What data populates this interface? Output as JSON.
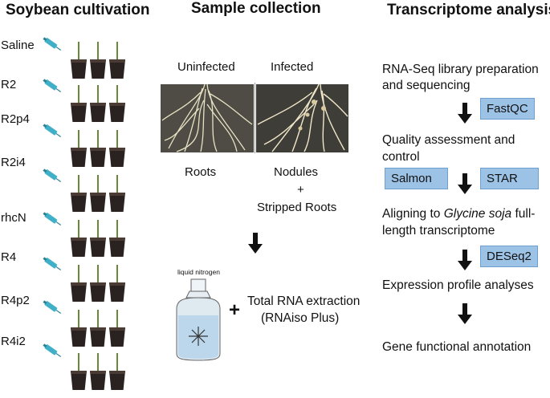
{
  "columns": {
    "cultivation": {
      "title": "Soybean cultivation",
      "groups": [
        "Saline",
        "R2",
        "R2p4",
        "R2i4",
        "rhcN",
        "R4",
        "R4p2",
        "R4i2"
      ]
    },
    "collection": {
      "title": "Sample collection",
      "photo_labels": [
        "Uninfected",
        "Infected"
      ],
      "sample_labels": {
        "left": "Roots",
        "right_line1": "Nodules",
        "right_plus": "+",
        "right_line2": "Stripped Roots"
      },
      "ln2_label": "liquid nitrogen",
      "plus": "+",
      "extraction_line1": "Total RNA extraction",
      "extraction_line2": "(RNAiso Plus)"
    },
    "analysis": {
      "title": "Transcriptome analysis",
      "step1_line1": "RNA-Seq library preparation",
      "step1_line2": "and sequencing",
      "step2_line1": "Quality assessment and",
      "step2_line2": "control",
      "step3_line1_pre": "Aligning to ",
      "step3_line1_italic": "Glycine soja",
      "step3_line1_post": " full-",
      "step3_line2": "length transcriptome",
      "step4": "Expression profile analyses",
      "step5": "Gene functional annotation",
      "tools": {
        "fastqc": "FastQC",
        "salmon": "Salmon",
        "star": "STAR",
        "deseq2": "DESeq2"
      }
    }
  },
  "colors": {
    "tool_box": "#9cc3e6",
    "arrow": "#111111",
    "syringe": "#3fb0c8"
  }
}
